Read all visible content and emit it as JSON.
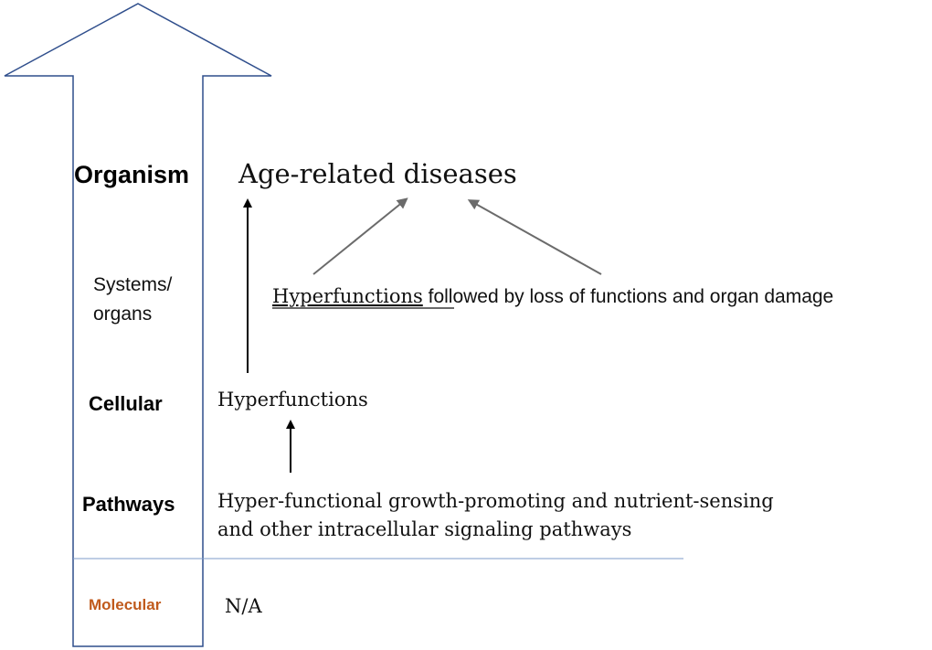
{
  "levels": {
    "organism": "Organism",
    "systems_line1": "Systems/",
    "systems_line2": "organs",
    "cellular": "Cellular",
    "pathways": "Pathways",
    "molecular": "Molecular"
  },
  "content": {
    "organism": "Age-related diseases",
    "systems_underlined": "Hyperfunctions",
    "systems_rest": " followed by loss of functions and organ damage",
    "cellular": "Hyperfunctions",
    "pathways_line1": "Hyper-functional growth-promoting and nutrient-sensing",
    "pathways_line2": "and other intracellular signaling pathways",
    "molecular": "N/A"
  },
  "colors": {
    "frame": "#2f4e8c",
    "divider": "#7d9bc8",
    "molecular_label": "#c05a1c",
    "gray_arrow": "#6b6b6b",
    "black_arrow": "#000000"
  }
}
